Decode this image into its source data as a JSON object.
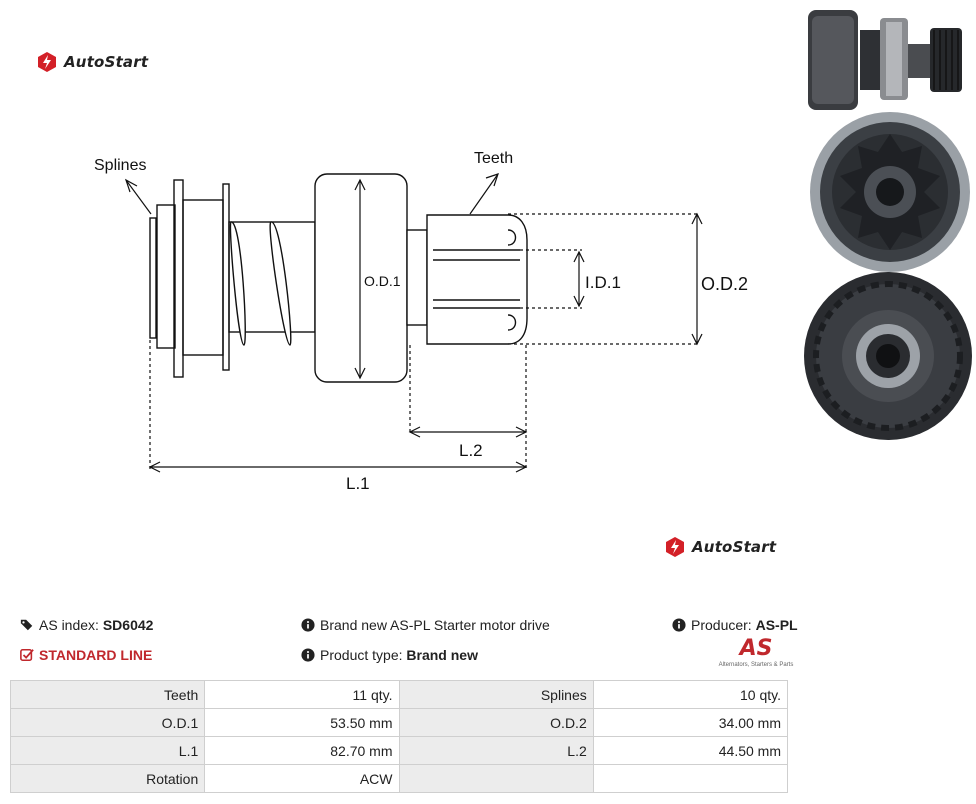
{
  "brand": {
    "name": "AutoStart",
    "color": "#d32027"
  },
  "diagram": {
    "labels": {
      "splines": "Splines",
      "teeth": "Teeth",
      "od1": "O.D.1",
      "id1": "I.D.1",
      "od2": "O.D.2",
      "l2": "L.2",
      "l1": "L.1"
    }
  },
  "info": {
    "as_index_label": "AS index:",
    "as_index_value": "SD6042",
    "standard_line": "STANDARD LINE",
    "description": "Brand new AS-PL Starter motor drive",
    "product_type_label": "Product type:",
    "product_type_value": "Brand new",
    "producer_label": "Producer:",
    "producer_value": "AS-PL",
    "as_logo_text": "AS",
    "as_logo_tagline": "Alternators, Starters & Parts"
  },
  "specs": [
    [
      "Teeth",
      "11 qty.",
      "Splines",
      "10 qty."
    ],
    [
      "O.D.1",
      "53.50 mm",
      "O.D.2",
      "34.00 mm"
    ],
    [
      "L.1",
      "82.70 mm",
      "L.2",
      "44.50 mm"
    ],
    [
      "Rotation",
      "ACW",
      "",
      ""
    ]
  ]
}
